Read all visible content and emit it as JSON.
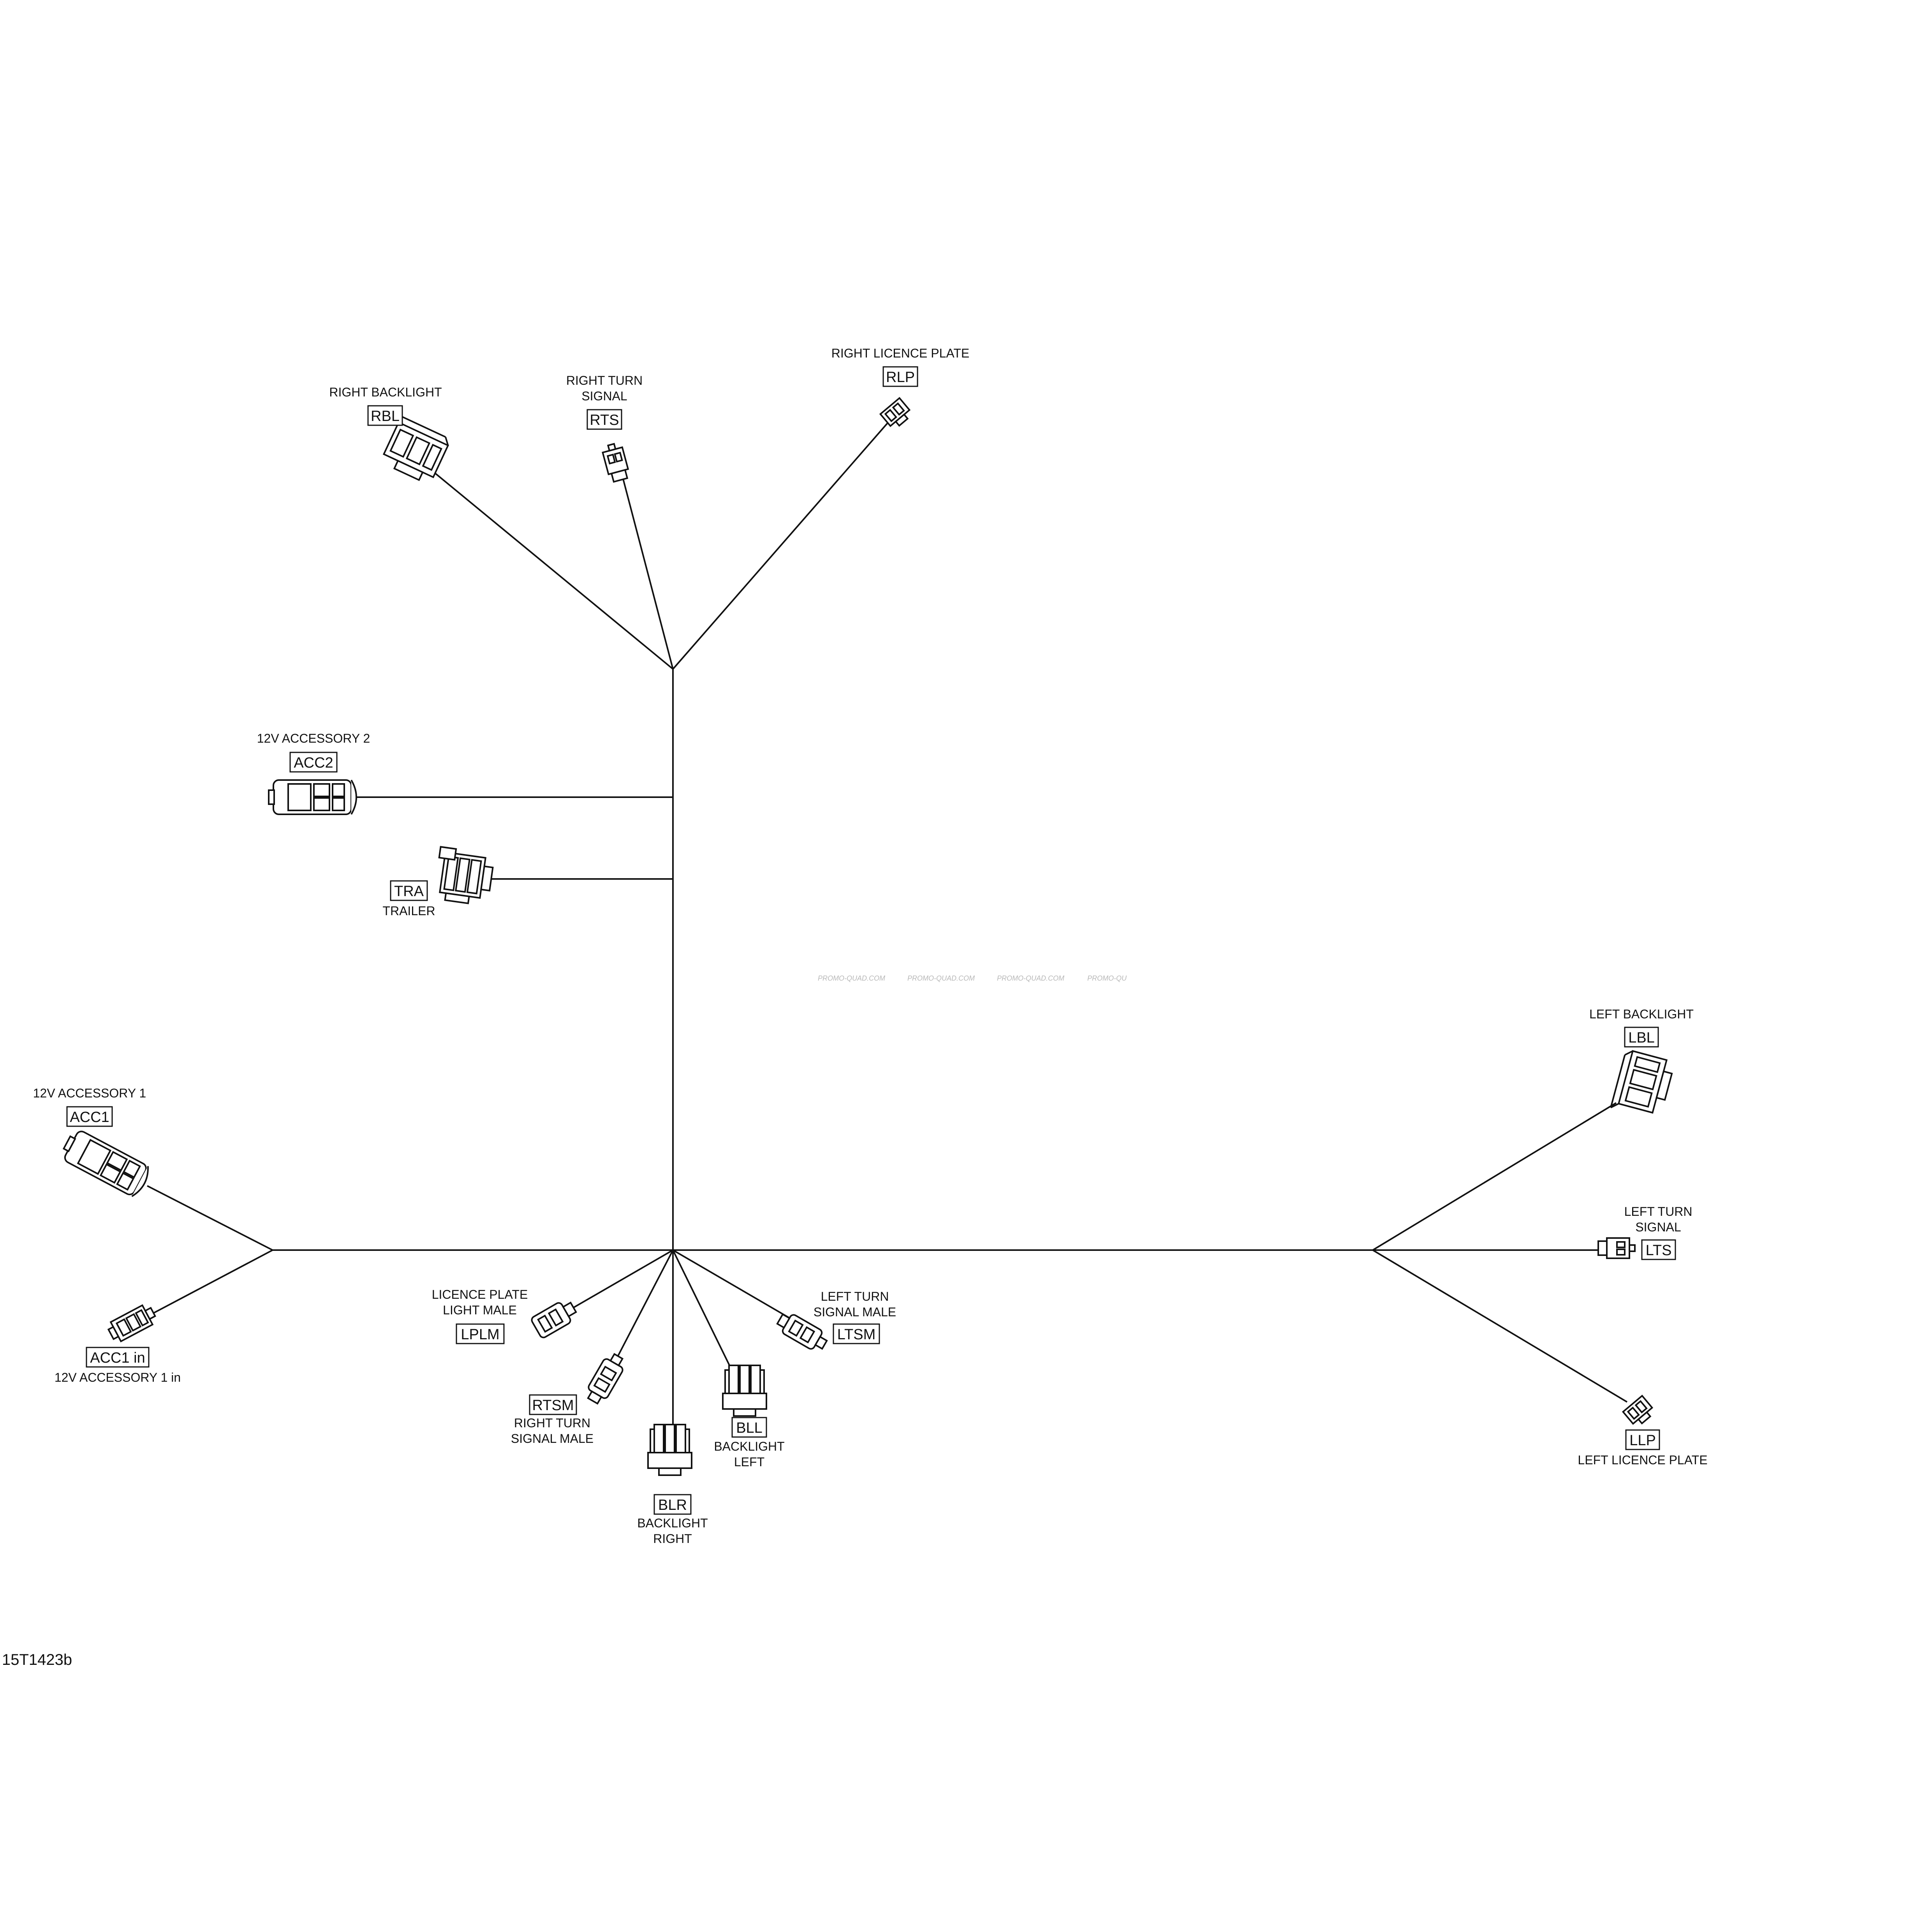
{
  "drawing_id": "15T1423b",
  "watermark": [
    "PROMO-QUAD.COM",
    "PROMO-QUAD.COM",
    "PROMO-QUAD.COM",
    "PROMO-QU"
  ],
  "connectors": {
    "rbl": {
      "code": "RBL",
      "name": [
        "RIGHT BACKLIGHT"
      ]
    },
    "rts": {
      "code": "RTS",
      "name": [
        "RIGHT TURN",
        "SIGNAL"
      ]
    },
    "rlp": {
      "code": "RLP",
      "name": [
        "RIGHT LICENCE PLATE"
      ]
    },
    "acc2": {
      "code": "ACC2",
      "name": [
        "12V ACCESSORY 2"
      ]
    },
    "tra": {
      "code": "TRA",
      "name": [
        "TRAILER"
      ]
    },
    "acc1": {
      "code": "ACC1",
      "name": [
        "12V ACCESSORY 1"
      ]
    },
    "acc1in": {
      "code": "ACC1 in",
      "name": [
        "12V ACCESSORY 1 in"
      ]
    },
    "lplm": {
      "code": "LPLM",
      "name": [
        "LICENCE PLATE",
        "LIGHT MALE"
      ]
    },
    "rtsm": {
      "code": "RTSM",
      "name": [
        "RIGHT TURN",
        "SIGNAL MALE"
      ]
    },
    "blr": {
      "code": "BLR",
      "name": [
        "BACKLIGHT",
        "RIGHT"
      ]
    },
    "bll": {
      "code": "BLL",
      "name": [
        "BACKLIGHT",
        "LEFT"
      ]
    },
    "ltsm": {
      "code": "LTSM",
      "name": [
        "LEFT TURN",
        "SIGNAL MALE"
      ]
    },
    "lbl": {
      "code": "LBL",
      "name": [
        "LEFT BACKLIGHT"
      ]
    },
    "lts": {
      "code": "LTS",
      "name": [
        "LEFT TURN",
        "SIGNAL"
      ]
    },
    "llp": {
      "code": "LLP",
      "name": [
        "LEFT LICENCE PLATE"
      ]
    }
  }
}
